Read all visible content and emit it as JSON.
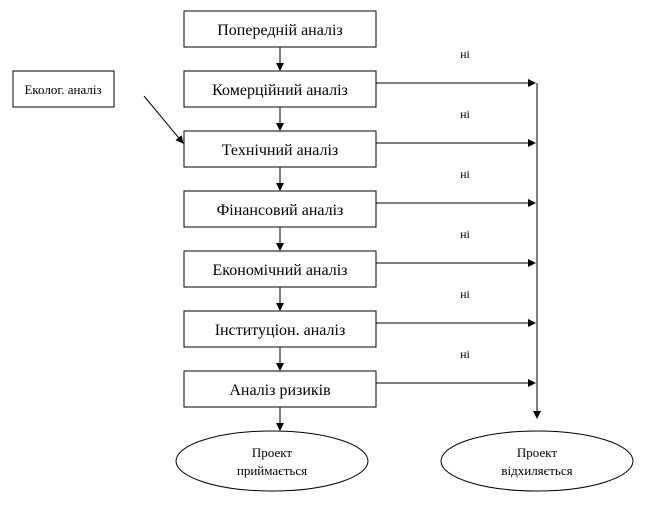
{
  "steps": [
    "Попередній аналіз",
    "Комерційний аналіз",
    "Технічний аналіз",
    "Фінансовий аналіз",
    "Економічний аналіз",
    "Інституціон. аналіз",
    "Аналіз ризиків"
  ],
  "side_input": "Еколог. аналіз",
  "no_label": "ні",
  "outcomes": {
    "accepted": [
      "Проект",
      "приймається"
    ],
    "rejected": [
      "Проект",
      "відхиляється"
    ]
  }
}
